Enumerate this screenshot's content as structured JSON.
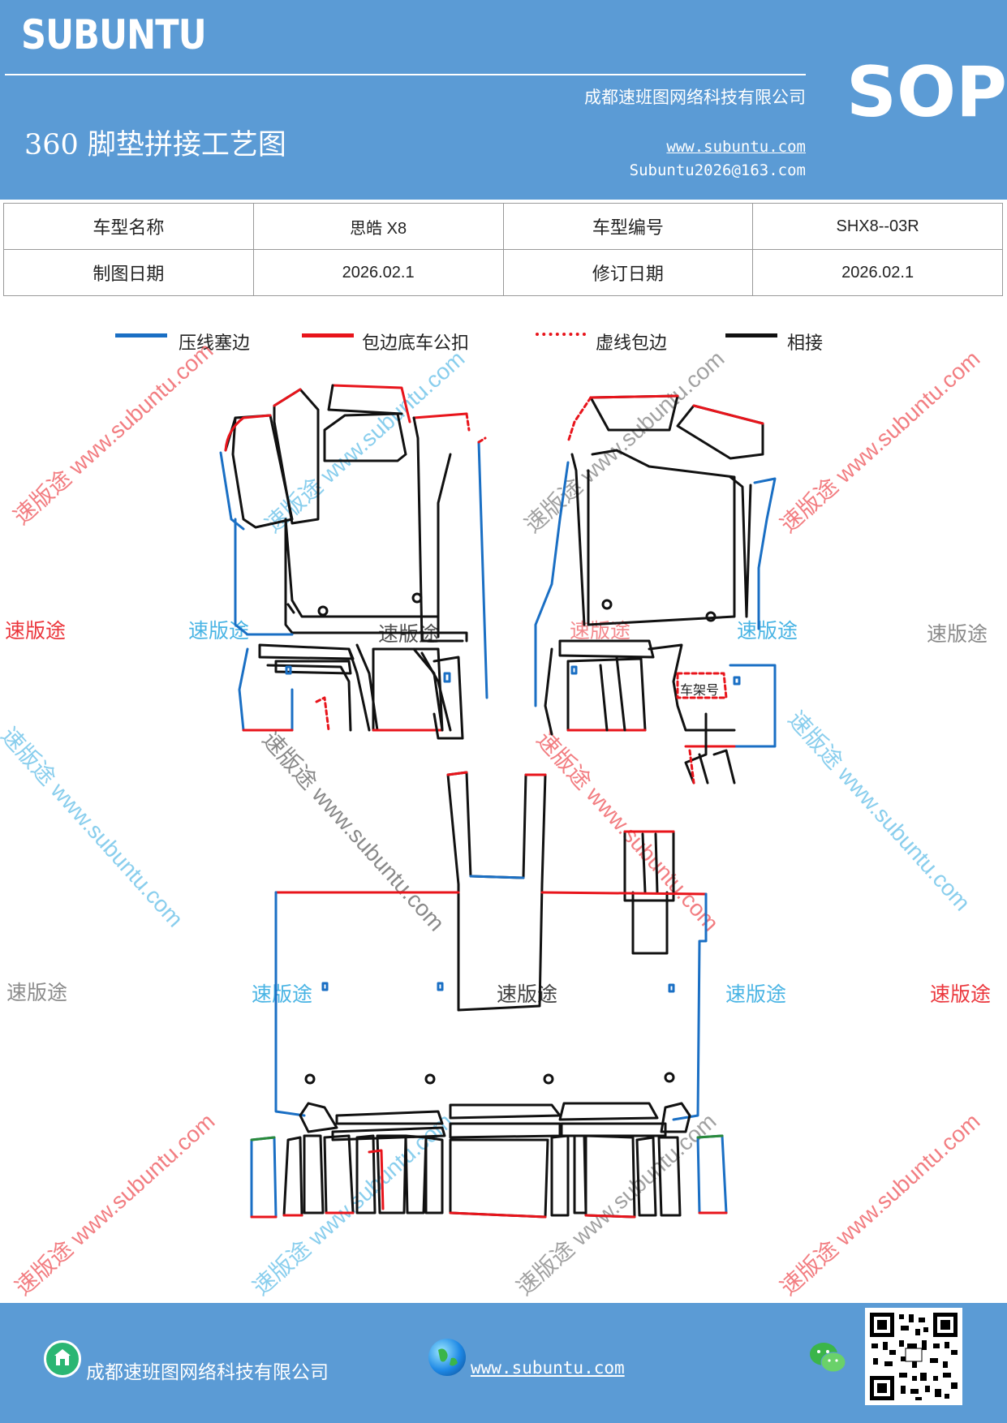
{
  "header": {
    "brand": "SUBUNTU",
    "company": "成都速班图网络科技有限公司",
    "title": "360 脚垫拼接工艺图",
    "website": "www.subuntu.com",
    "email": "Subuntu2026@163.com",
    "badge": "SOP"
  },
  "info_table": {
    "model_name_label": "车型名称",
    "model_name_value": "思皓 X8",
    "model_code_label": "车型编号",
    "model_code_value": "SHX8--03R",
    "draw_date_label": "制图日期",
    "draw_date_value": "2026.02.1",
    "revise_date_label": "修订日期",
    "revise_date_value": "2026.02.1"
  },
  "legend": [
    {
      "label": "压线塞边",
      "color": "#1a6fc4",
      "style": "solid"
    },
    {
      "label": "包边底车公扣",
      "color": "#e8141b",
      "style": "solid"
    },
    {
      "label": "虚线包边",
      "color": "#e8141b",
      "style": "dotted"
    },
    {
      "label": "相接",
      "color": "#111111",
      "style": "solid"
    }
  ],
  "drawing": {
    "vin_label": "车架号",
    "watermark_text": "速版途",
    "watermark_url": "速版途 www.subuntu.com"
  },
  "footer": {
    "company": "成都速班图网络科技有限公司",
    "website": "www.subuntu.com"
  },
  "colors": {
    "brand_blue": "#5b9bd5",
    "line_blue": "#1a6fc4",
    "line_red": "#e8141b",
    "line_black": "#111111"
  },
  "icons": [
    "building-icon",
    "globe-icon",
    "wechat-icon",
    "qr-code-icon"
  ]
}
